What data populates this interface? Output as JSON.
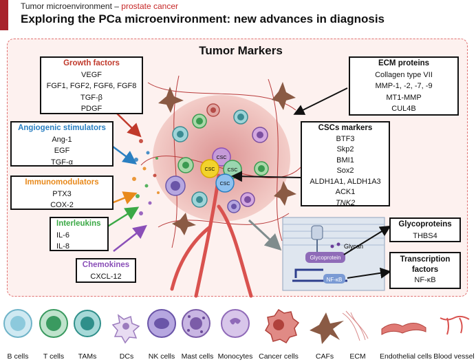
{
  "header": {
    "kicker_main": "Tumor microenvironment – ",
    "kicker_accent": "prostate cancer",
    "title": "Exploring the PCa microenvironment: new advances in diagnosis"
  },
  "panel": {
    "title": "Tumor Markers"
  },
  "colors": {
    "growth": "#c0392b",
    "angiogenic": "#2a7fc1",
    "immuno": "#e8891b",
    "interleukins": "#3aa845",
    "chemokines": "#8a4fb8",
    "accent": "#a8232b"
  },
  "boxes": {
    "growth": {
      "header": "Growth  factors",
      "items": [
        "VEGF",
        "FGF1, FGF2, FGF6, FGF8",
        "TGF-β",
        "PDGF"
      ]
    },
    "angiogenic": {
      "header": "Angiogenic stimulators",
      "items": [
        "Ang-1",
        "EGF",
        "TGF-α"
      ]
    },
    "immuno": {
      "header": "Immunomodulators",
      "items": [
        "PTX3",
        "COX-2"
      ]
    },
    "interleukins": {
      "header": "Interleukins",
      "items": [
        "IL-6",
        "IL-8"
      ]
    },
    "chemokines": {
      "header": "Chemokines",
      "items": [
        "CXCL-12"
      ]
    },
    "ecm": {
      "header": "ECM proteins",
      "items": [
        "Collagen type VII",
        "MMP-1, -2,  -7,  -9",
        "MT1-MMP",
        "CUL4B"
      ]
    },
    "csc": {
      "header": "CSCs markers",
      "items": [
        "BTF3",
        "Skp2",
        "BMI1",
        "Sox2",
        "ALDH1A1, ALDH1A3",
        "ACK1"
      ],
      "italic_item": "TNK2"
    },
    "glyco": {
      "header": "Glycoproteins",
      "items": [
        "THBS4"
      ]
    },
    "tf": {
      "header": "Transcription factors",
      "items": [
        "NF-κB"
      ]
    }
  },
  "inset": {
    "glycan": "Glycan",
    "glycoprotein": "Glycoprotein",
    "nfkb": "NF-κB"
  },
  "tumor": {
    "csc_label": "CSC"
  },
  "legend": [
    "B cells",
    "T cells",
    "TAMs",
    "DCs",
    "NK cells",
    "Mast cells",
    "Monocytes",
    "Cancer cells",
    "CAFs",
    "ECM",
    "Endothelial cells",
    "Blood vessel"
  ]
}
